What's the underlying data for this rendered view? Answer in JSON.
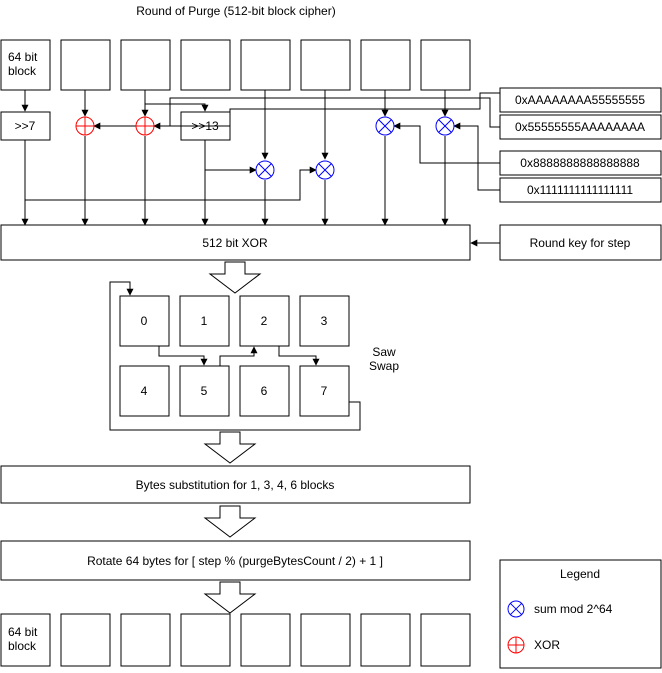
{
  "title": "Round of Purge (512-bit block cipher)",
  "input_block_label": [
    "64 bit",
    "block"
  ],
  "output_block_label": [
    "64 bit",
    "block"
  ],
  "shift_right_7": ">>7",
  "shift_right_13": ">>13",
  "constants": {
    "c1": "0xAAAAAAAA55555555",
    "c2": "0x55555555AAAAAAAA",
    "c3": "0x8888888888888888",
    "c4": "0x1111111111111111"
  },
  "xor_512_label": "512 bit XOR",
  "round_key_label": "Round key for step",
  "saw_swap_label": [
    "Saw",
    "Swap"
  ],
  "grid_cells": [
    "0",
    "1",
    "2",
    "3",
    "4",
    "5",
    "6",
    "7"
  ],
  "bytes_substitution_label": "Bytes substitution for 1, 3, 4, 6 blocks",
  "rotate_label": "Rotate 64 bytes for [ step % (purgeBytesCount / 2) + 1 ]",
  "legend": {
    "title": "Legend",
    "sum_label": "sum mod 2^64",
    "xor_label": "XOR"
  },
  "colors": {
    "sum_symbol": "#0000ff",
    "xor_symbol": "#ff0000",
    "stroke": "#000000"
  }
}
